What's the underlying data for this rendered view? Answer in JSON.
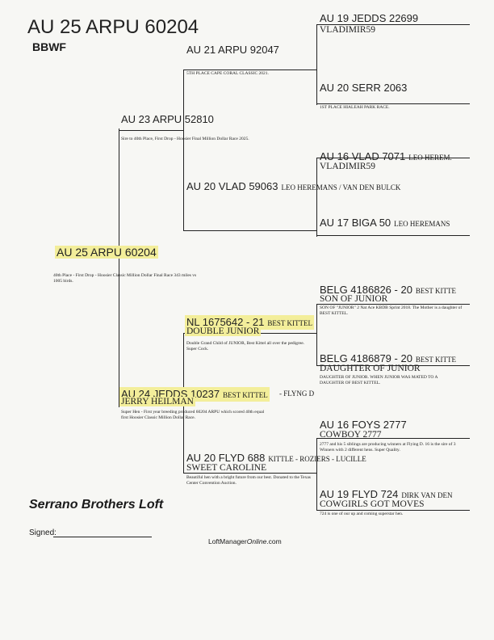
{
  "header": {
    "title": "AU 25 ARPU 60204",
    "color_code": "BBWF"
  },
  "subject": {
    "band": "AU 25 ARPU 60204",
    "notes": "40th Place - First Drop - Hoosier Classic Million Dollar Final Race 343 miles vs 1005 birds."
  },
  "sire": {
    "band": "AU 23 ARPU 52810",
    "notes": "Sire to 40th Place, First Drop - Hoosier Final Million Dollar Race 2025.",
    "sire": {
      "band": "AU 21 ARPU 92047",
      "notes": "5TH PLACE CAPE CORAL CLASSIC 2021.",
      "sire": {
        "band": "AU 19 JEDDS 22699",
        "name": "VLADIMIR59"
      },
      "dam": {
        "band": "AU 20 SERR 2063",
        "notes": "1ST PLACE HIALEAH PARK RACE."
      }
    },
    "dam": {
      "band": "AU 20 VLAD 59063",
      "breeder": "LEO HEREMANS / VAN DEN BULCK",
      "sire": {
        "band": "AU 16 VLAD 7071",
        "breeder": "LEO HEREM.",
        "name": "VLADIMIR59"
      },
      "dam": {
        "band": "AU 17 BIGA 50",
        "breeder": "LEO HEREMANS"
      }
    }
  },
  "dam": {
    "band": "AU 24 JEDDS 10237",
    "breeder": "BEST KITTEL",
    "breeder_extra": "- FLYNG D",
    "name": "JERRY HEILMAN",
    "notes": "Super Hen - First year breeding produced 60204 ARPU which scored 40th equal first Hoosier Classic Million Dollar Race.",
    "sire": {
      "band": "NL 1675642 - 21",
      "breeder": "BEST KITTEL",
      "name": "DOUBLE JUNIOR",
      "notes": "Double Grand Child of JUNIOR, Best Kittel all over the pedigree. Super Cock.",
      "sire": {
        "band": "BELG 4186826 - 20",
        "breeder": "BEST KITTE",
        "name": "SON OF JUNIOR",
        "notes": "SON OF \"JUNIOR\" 2 Nat Ace KBDB Sprint 2018. The Mother is a daughter of BEST KITTEL."
      },
      "dam": {
        "band": "BELG 4186879 - 20",
        "breeder": "BEST KITTE",
        "name": "DAUGHTER OF JUNIOR",
        "notes": "DAUGHTER OF JUNIOR. WHEN JUNIOR WAS MATED TO A DAUGHTER OF BEST KITTEL."
      }
    },
    "dam": {
      "band": "AU 20 FLYD 688",
      "breeder": "KITTLE - ROZIERS - LUCILLE",
      "name": "SWEET CAROLINE",
      "notes": "Beautiful hen with a bright future from our best. Donated to the Texas Center Convention Auction.",
      "sire": {
        "band": "AU 16 FOYS 2777",
        "name": "COWBOY 2777",
        "notes": "2777 and his 5 siblings are producing winners at Flying D. 16 is the sire of 3 Winners with 2 different hens. Super Quality."
      },
      "dam": {
        "band": "AU 19 FLYD 724",
        "breeder": "DIRK VAN DEN",
        "name": "COWGIRLS GOT MOVES",
        "notes": "724 is one of our up and coming superstar hen."
      }
    }
  },
  "loft_name": "Serrano Brothers Loft",
  "signed_label": "Signed:",
  "footer": {
    "prefix": "LoftManager",
    "italic": "Online",
    "suffix": ".com"
  },
  "colors": {
    "highlight": "#f3ee9a",
    "line": "#222222"
  }
}
